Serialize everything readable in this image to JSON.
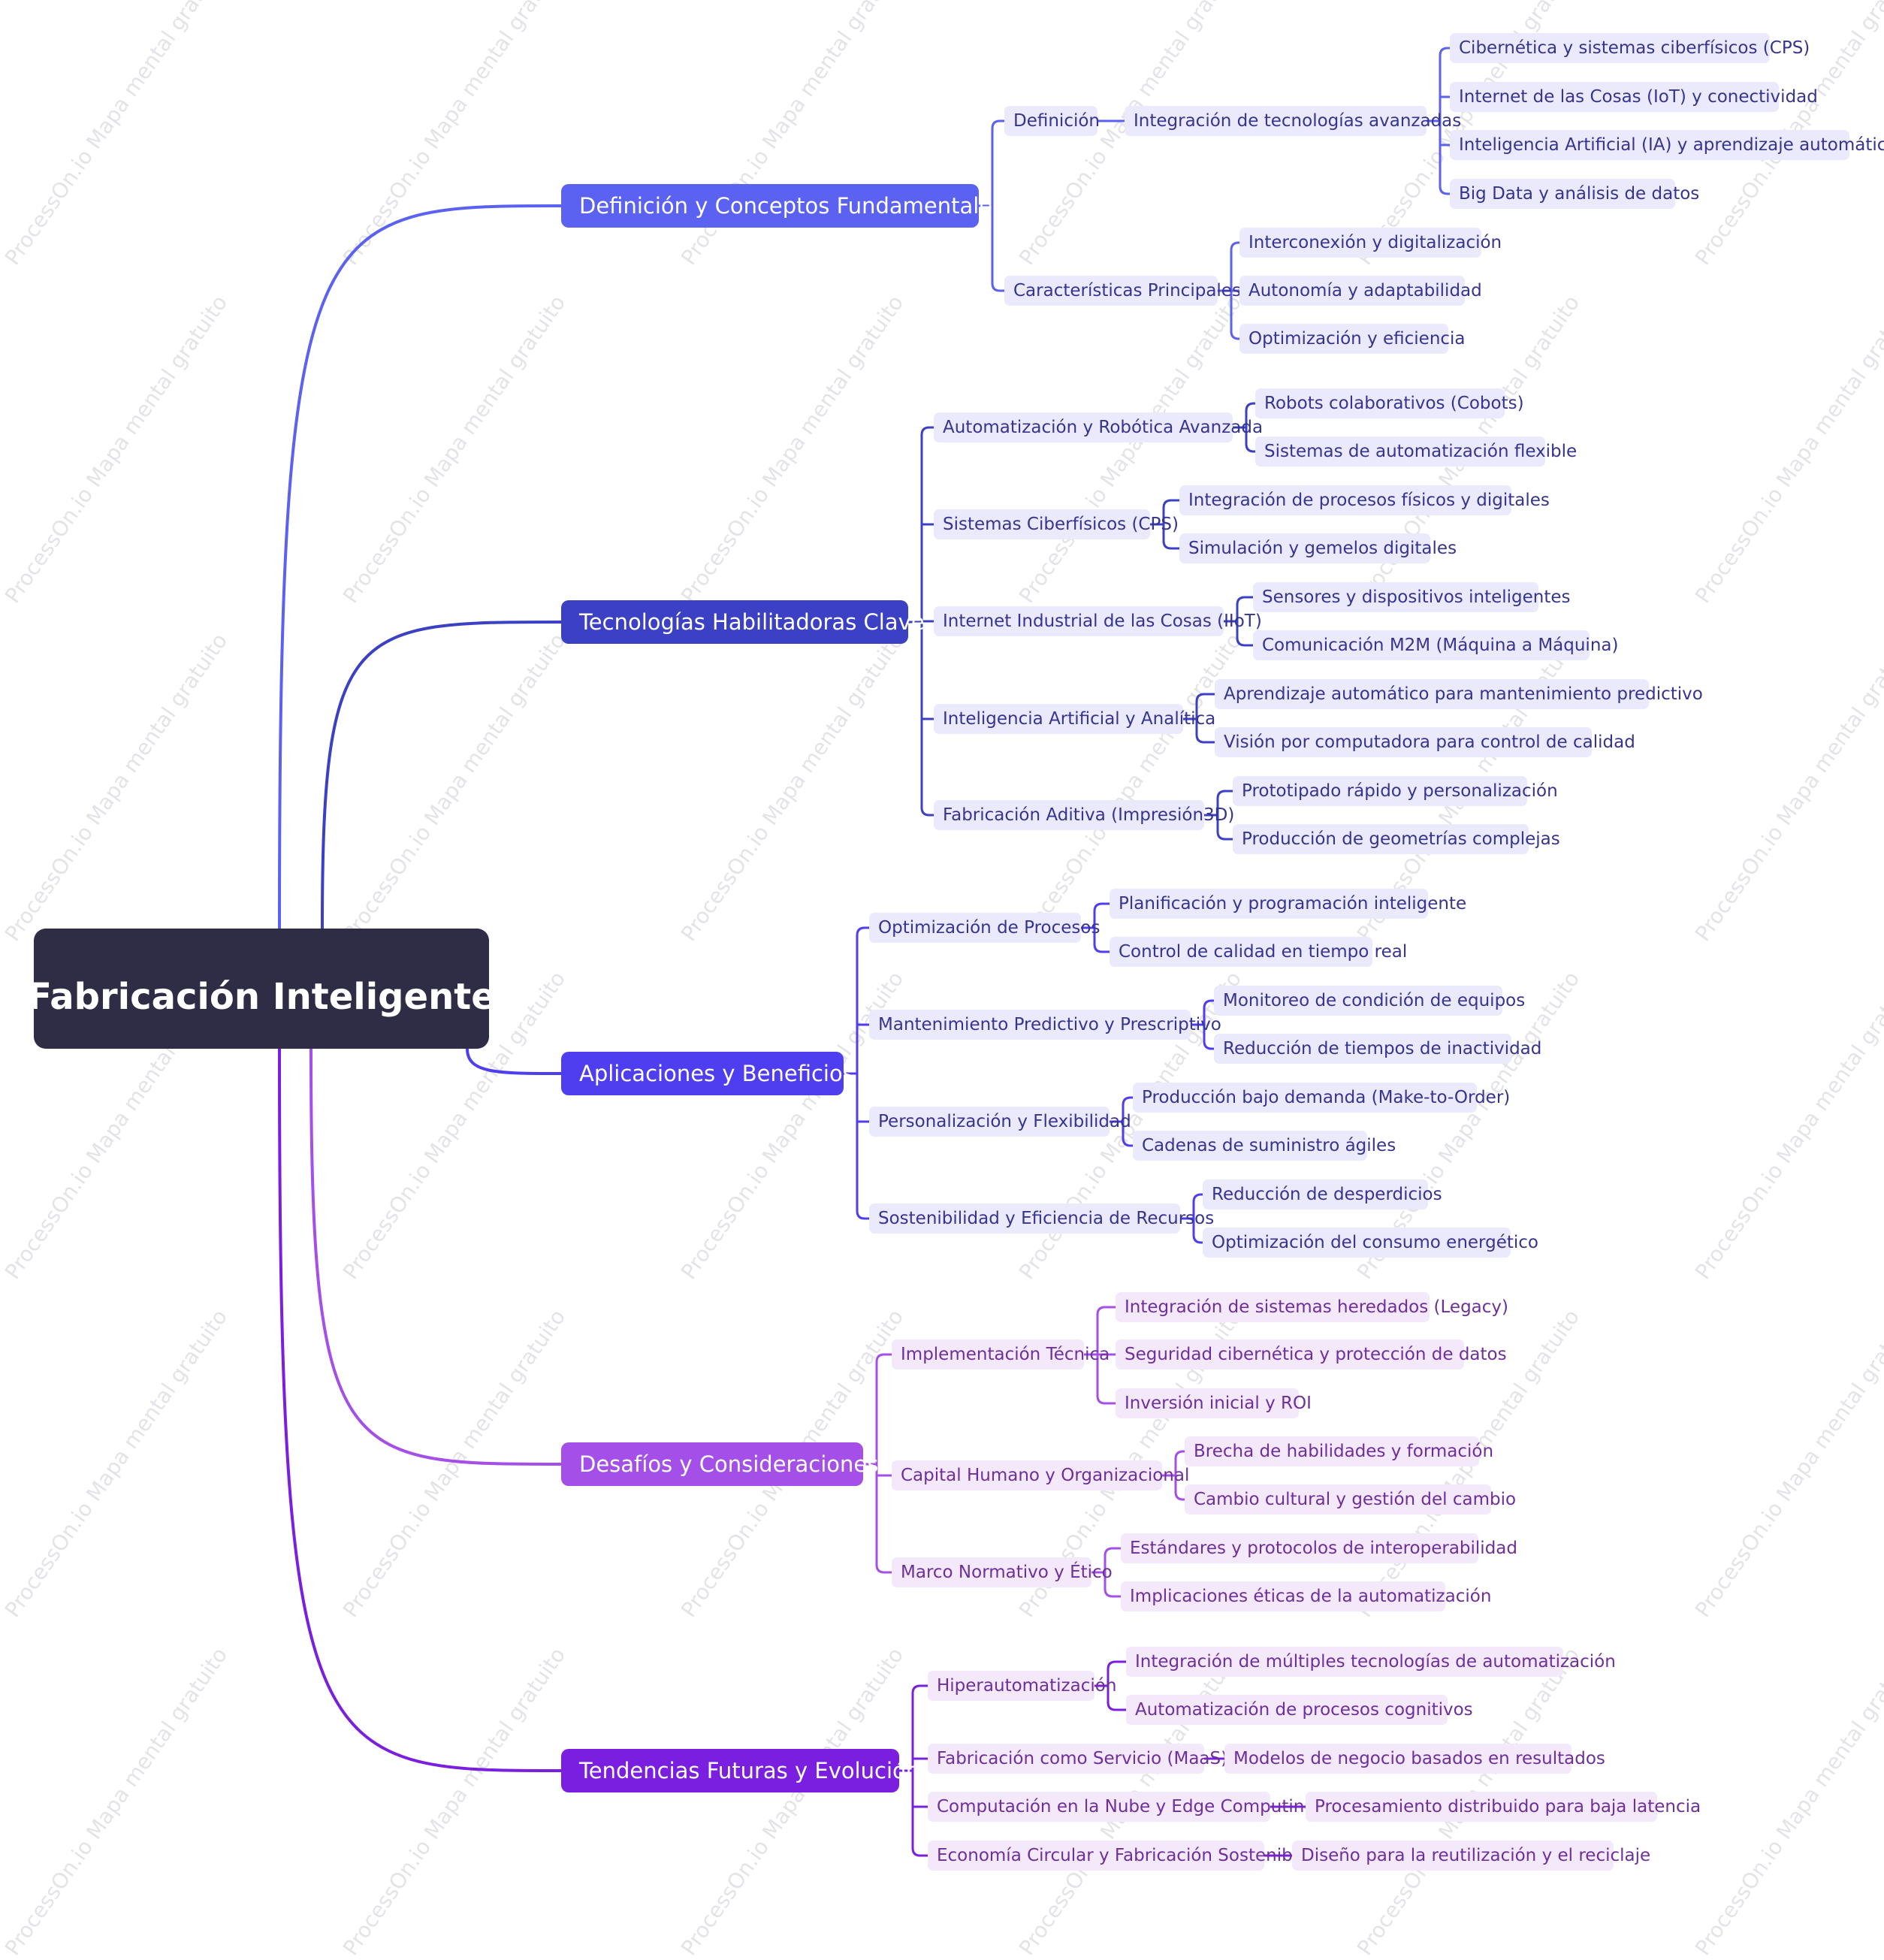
{
  "root": {
    "label": "Fabricación Inteligente"
  },
  "watermark": "ProcessOn.io Mapa mental gratuito",
  "colors": {
    "root_bg": "#2f2d45",
    "branch_1": "#5b61f0",
    "branch_2": "#3b40c4",
    "branch_3": "#4f3ef0",
    "branch_4": "#a44fe8",
    "branch_5": "#7a1fe0",
    "sub_bg_blue": "#ebeafd",
    "sub_bg_purple": "#f4e8fb"
  },
  "branches": [
    {
      "label": "Definición y Conceptos Fundamentales",
      "children": [
        {
          "label": "Definición",
          "children": [
            {
              "label": "Integración de tecnologías avanzadas",
              "children": [
                {
                  "label": "Cibernética y sistemas ciberfísicos (CPS)"
                },
                {
                  "label": "Internet de las Cosas (IoT) y conectividad"
                },
                {
                  "label": "Inteligencia Artificial (IA) y aprendizaje automático"
                },
                {
                  "label": "Big Data y análisis de datos"
                }
              ]
            }
          ]
        },
        {
          "label": "Características Principales",
          "children": [
            {
              "label": "Interconexión y digitalización"
            },
            {
              "label": "Autonomía y adaptabilidad"
            },
            {
              "label": "Optimización y eficiencia"
            }
          ]
        }
      ]
    },
    {
      "label": "Tecnologías Habilitadoras Clave",
      "children": [
        {
          "label": "Automatización y Robótica Avanzada",
          "children": [
            {
              "label": "Robots colaborativos (Cobots)"
            },
            {
              "label": "Sistemas de automatización flexible"
            }
          ]
        },
        {
          "label": "Sistemas Ciberfísicos (CPS)",
          "children": [
            {
              "label": "Integración de procesos físicos y digitales"
            },
            {
              "label": "Simulación y gemelos digitales"
            }
          ]
        },
        {
          "label": "Internet Industrial de las Cosas (IIoT)",
          "children": [
            {
              "label": "Sensores y dispositivos inteligentes"
            },
            {
              "label": "Comunicación M2M (Máquina a Máquina)"
            }
          ]
        },
        {
          "label": "Inteligencia Artificial y Analítica",
          "children": [
            {
              "label": "Aprendizaje automático para mantenimiento predictivo"
            },
            {
              "label": "Visión por computadora para control de calidad"
            }
          ]
        },
        {
          "label": "Fabricación Aditiva (Impresión3D)",
          "children": [
            {
              "label": "Prototipado rápido y personalización"
            },
            {
              "label": "Producción de geometrías complejas"
            }
          ]
        }
      ]
    },
    {
      "label": "Aplicaciones y Beneficios",
      "children": [
        {
          "label": "Optimización de Procesos",
          "children": [
            {
              "label": "Planificación y programación inteligente"
            },
            {
              "label": "Control de calidad en tiempo real"
            }
          ]
        },
        {
          "label": "Mantenimiento Predictivo y Prescriptivo",
          "children": [
            {
              "label": "Monitoreo de condición de equipos"
            },
            {
              "label": "Reducción de tiempos de inactividad"
            }
          ]
        },
        {
          "label": "Personalización y Flexibilidad",
          "children": [
            {
              "label": "Producción bajo demanda (Make-to-Order)"
            },
            {
              "label": "Cadenas de suministro ágiles"
            }
          ]
        },
        {
          "label": "Sostenibilidad y Eficiencia de Recursos",
          "children": [
            {
              "label": "Reducción de desperdicios"
            },
            {
              "label": "Optimización del consumo energético"
            }
          ]
        }
      ]
    },
    {
      "label": "Desafíos y Consideraciones",
      "children": [
        {
          "label": "Implementación Técnica",
          "children": [
            {
              "label": "Integración de sistemas heredados (Legacy)"
            },
            {
              "label": "Seguridad cibernética y protección de datos"
            },
            {
              "label": "Inversión inicial y ROI"
            }
          ]
        },
        {
          "label": "Capital Humano y Organizacional",
          "children": [
            {
              "label": "Brecha de habilidades y formación"
            },
            {
              "label": "Cambio cultural y gestión del cambio"
            }
          ]
        },
        {
          "label": "Marco Normativo y Ético",
          "children": [
            {
              "label": "Estándares y protocolos de interoperabilidad"
            },
            {
              "label": "Implicaciones éticas de la automatización"
            }
          ]
        }
      ]
    },
    {
      "label": "Tendencias Futuras y Evolución",
      "children": [
        {
          "label": "Hiperautomatización",
          "children": [
            {
              "label": "Integración de múltiples tecnologías de automatización"
            },
            {
              "label": "Automatización de procesos cognitivos"
            }
          ]
        },
        {
          "label": "Fabricación como Servicio (MaaS)",
          "children": [
            {
              "label": "Modelos de negocio basados en resultados"
            }
          ]
        },
        {
          "label": "Computación en la Nube y Edge Computing",
          "children": [
            {
              "label": "Procesamiento distribuido para baja latencia"
            }
          ]
        },
        {
          "label": "Economía Circular y Fabricación Sostenible",
          "children": [
            {
              "label": "Diseño para la reutilización y el reciclaje"
            }
          ]
        }
      ]
    }
  ]
}
